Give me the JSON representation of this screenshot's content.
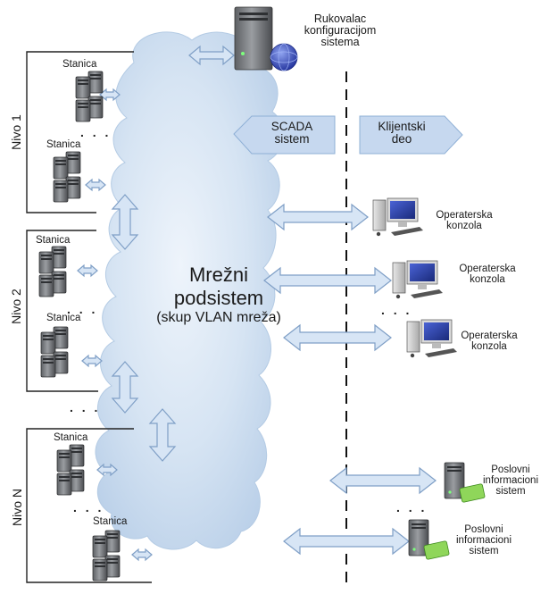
{
  "config_manager": {
    "label_line1": "Rukovalac",
    "label_line2": "konfiguracijom",
    "label_line3": "sistema"
  },
  "levels": [
    {
      "label": "Nivo 1",
      "stations": [
        "Stanica",
        "Stanica"
      ]
    },
    {
      "label": "Nivo 2",
      "stations": [
        "Stanica",
        "Stanica"
      ]
    },
    {
      "label": "Nivo N",
      "stations": [
        "Stanica",
        "Stanica"
      ]
    }
  ],
  "network": {
    "title_line1": "Mrežni",
    "title_line2": "podsistem",
    "subtitle": "(skup VLAN mreža)"
  },
  "zones": {
    "scada_line1": "SCADA",
    "scada_line2": "sistem",
    "client_line1": "Klijentski",
    "client_line2": "deo"
  },
  "consoles": [
    {
      "line1": "Operaterska",
      "line2": "konzola"
    },
    {
      "line1": "Operaterska",
      "line2": "konzola"
    },
    {
      "line1": "Operaterska",
      "line2": "konzola"
    }
  ],
  "business_systems": [
    {
      "line1": "Poslovni",
      "line2": "informacioni",
      "line3": "sistem"
    },
    {
      "line1": "Poslovni",
      "line2": "informacioni",
      "line3": "sistem"
    }
  ],
  "ellipsis": ". . .",
  "colors": {
    "cloud": "#c9dbef",
    "cloud_edge": "#9fbcdc",
    "arrow_fill": "#d7e5f5",
    "arrow_stroke": "#7f9fc6",
    "server": "#6f7276",
    "server_dark": "#3d3f42",
    "monitor": "#2a3fa8",
    "globe": "#3a52c9",
    "card": "#6fbf3a",
    "chevron": "#c6d8ef"
  }
}
